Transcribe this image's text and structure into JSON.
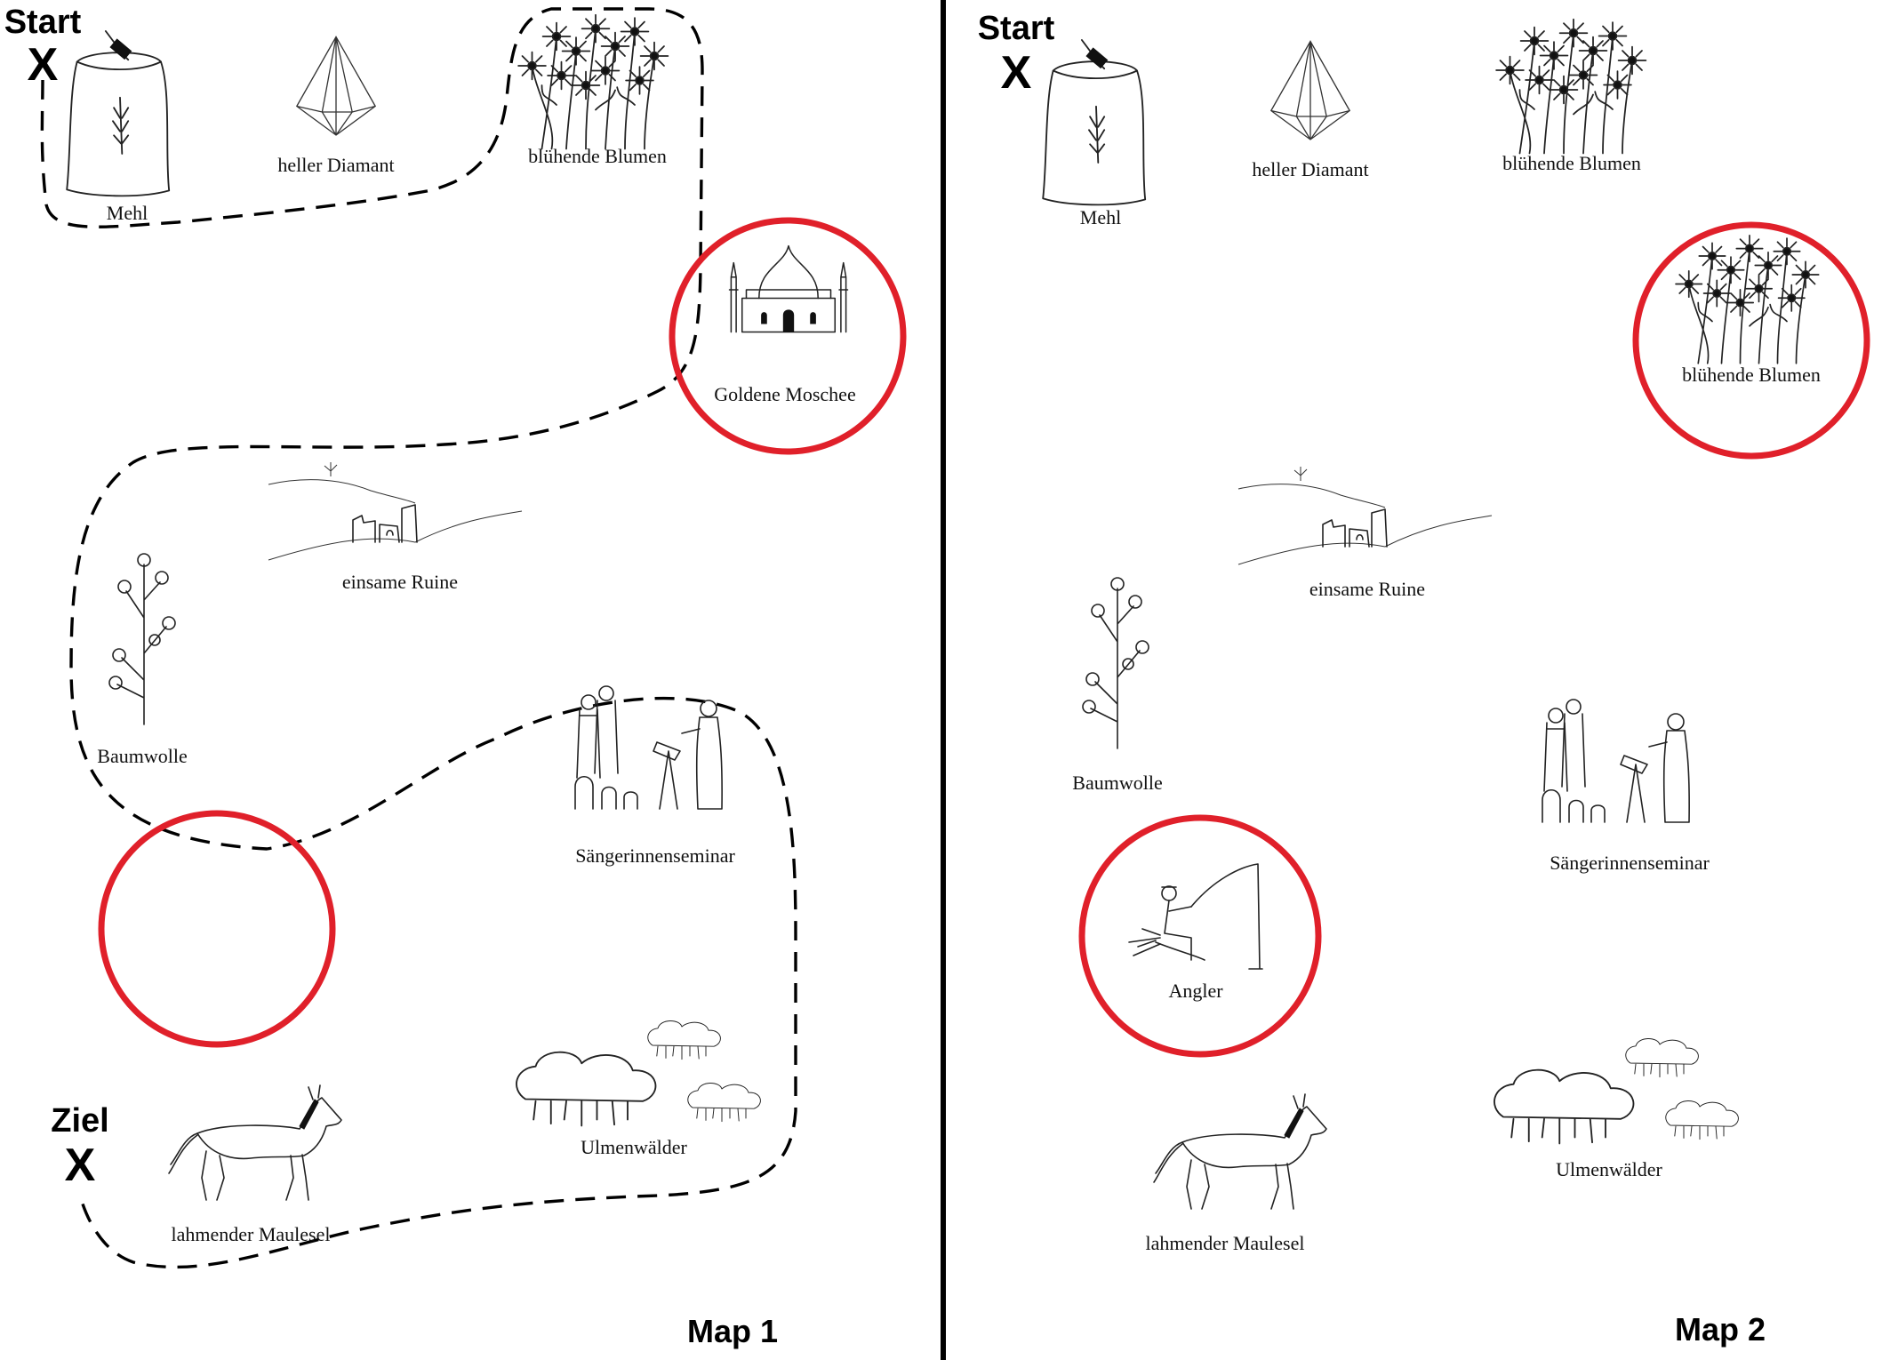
{
  "map1": {
    "label": "Map 1",
    "start_label": "Start",
    "start_mark": "X",
    "goal_label": "Ziel",
    "goal_mark": "X",
    "items": {
      "mehl": "Mehl",
      "diamant": "heller Diamant",
      "blumen": "blühende Blumen",
      "moschee": "Goldene Moschee",
      "ruine": "einsame Ruine",
      "baumwolle": "Baumwolle",
      "seminar": "Sängerinnenseminar",
      "ulmen": "Ulmenwälder",
      "maulesel": "lahmender Maulesel"
    },
    "highlight_circle_color": "#e0202a",
    "path_style": "dashed"
  },
  "map2": {
    "label": "Map 2",
    "start_label": "Start",
    "start_mark": "X",
    "items": {
      "mehl": "Mehl",
      "diamant": "heller Diamant",
      "blumen_top": "blühende Blumen",
      "blumen_circled": "blühende Blumen",
      "ruine": "einsame Ruine",
      "baumwolle": "Baumwolle",
      "seminar": "Sängerinnenseminar",
      "angler": "Angler",
      "ulmen": "Ulmenwälder",
      "maulesel": "lahmender Maulesel"
    },
    "highlight_circle_color": "#e0202a"
  },
  "divider_color": "#000000",
  "icons": [
    "flour-sack-icon",
    "diamond-icon",
    "flowers-icon",
    "mosque-icon",
    "ruin-icon",
    "cotton-plant-icon",
    "singers-icon",
    "elm-forest-icon",
    "mule-icon",
    "angler-icon"
  ]
}
